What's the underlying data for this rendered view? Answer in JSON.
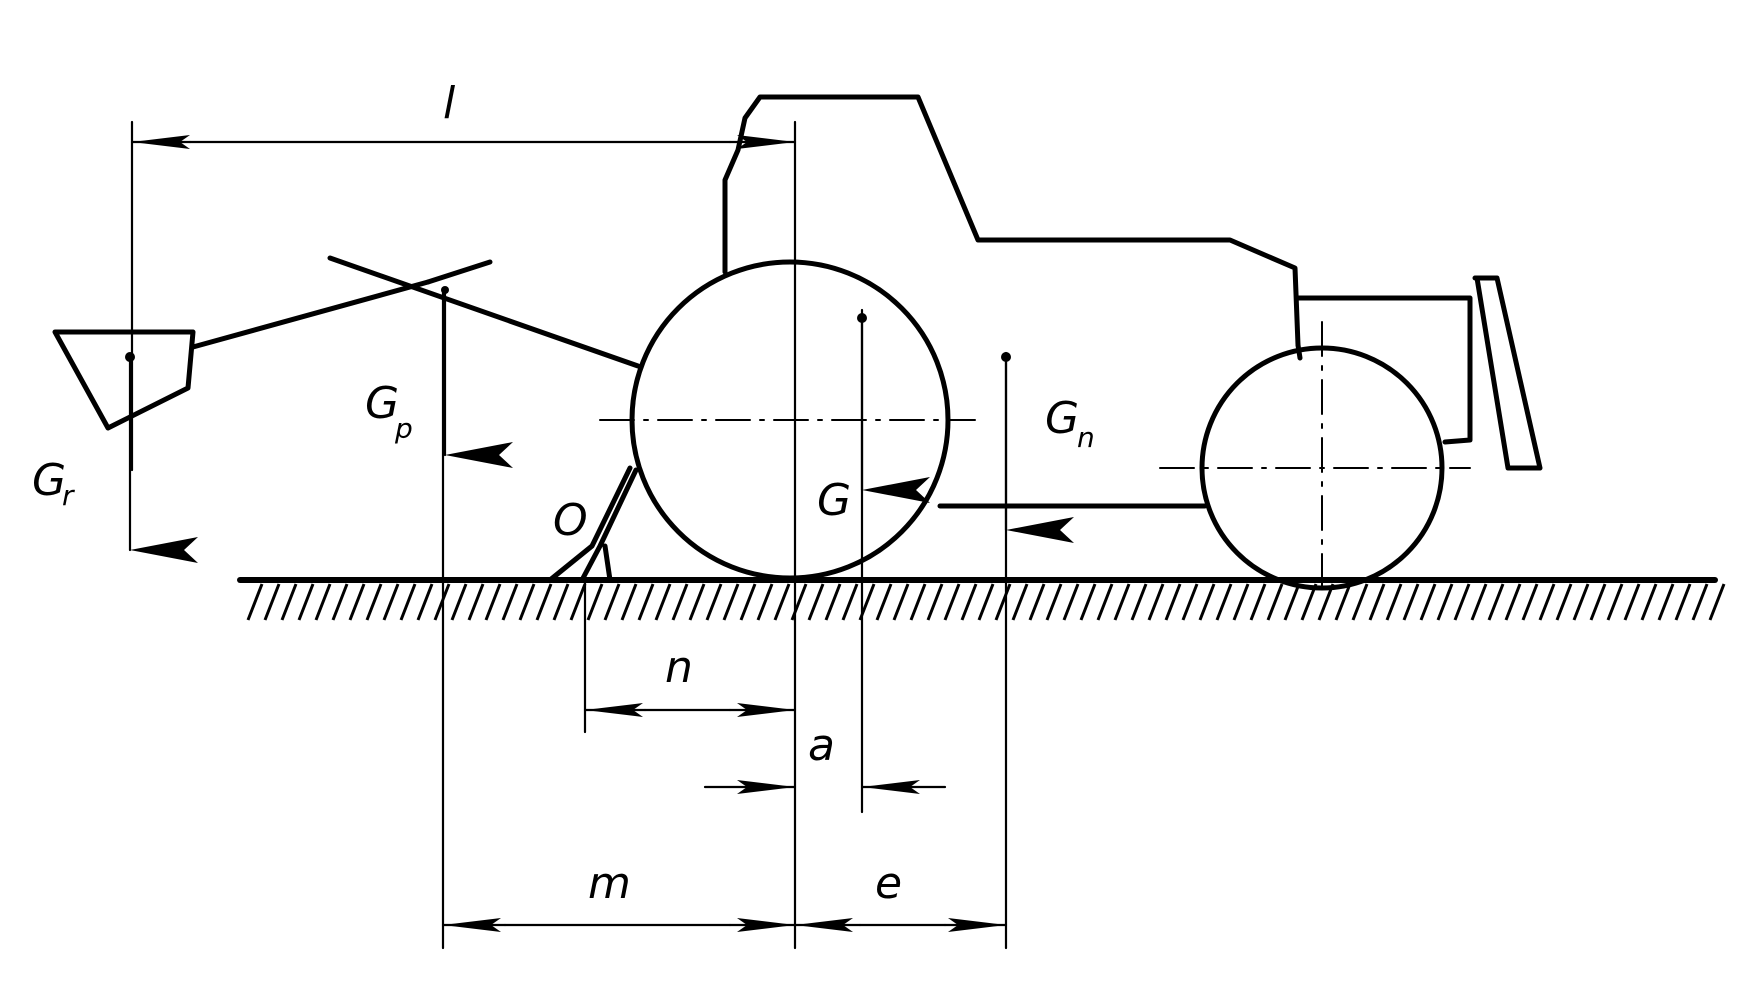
{
  "diagram": {
    "labels": {
      "l": "l",
      "G_r": "G",
      "G_r_sub": "r",
      "G_p": "G",
      "G_p_sub": "p",
      "G": "G",
      "G_n": "G",
      "G_n_sub": "n",
      "O": "O",
      "n": "n",
      "a": "a",
      "m": "m",
      "e": "e"
    },
    "colors": {
      "ink": "#000000",
      "background": "#ffffff"
    }
  }
}
